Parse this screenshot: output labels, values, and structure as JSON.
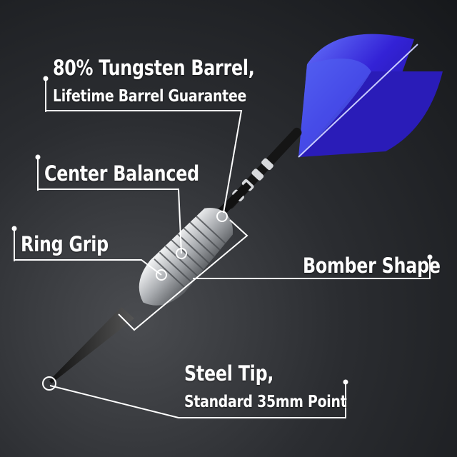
{
  "callouts": {
    "tungsten": {
      "line1": "80% Tungsten Barrel,",
      "line2": "Lifetime Barrel Guarantee"
    },
    "balanced": {
      "text": "Center Balanced"
    },
    "ring_grip": {
      "text": "Ring Grip"
    },
    "bomber": {
      "text": "Bomber Shape"
    },
    "tip": {
      "line1": "Steel Tip,",
      "line2": "Standard 35mm Point"
    }
  },
  "colors": {
    "background": "#26282c",
    "flight": "#3a2bd0",
    "barrel": "#c9cbce",
    "callout_line": "#ffffff"
  }
}
